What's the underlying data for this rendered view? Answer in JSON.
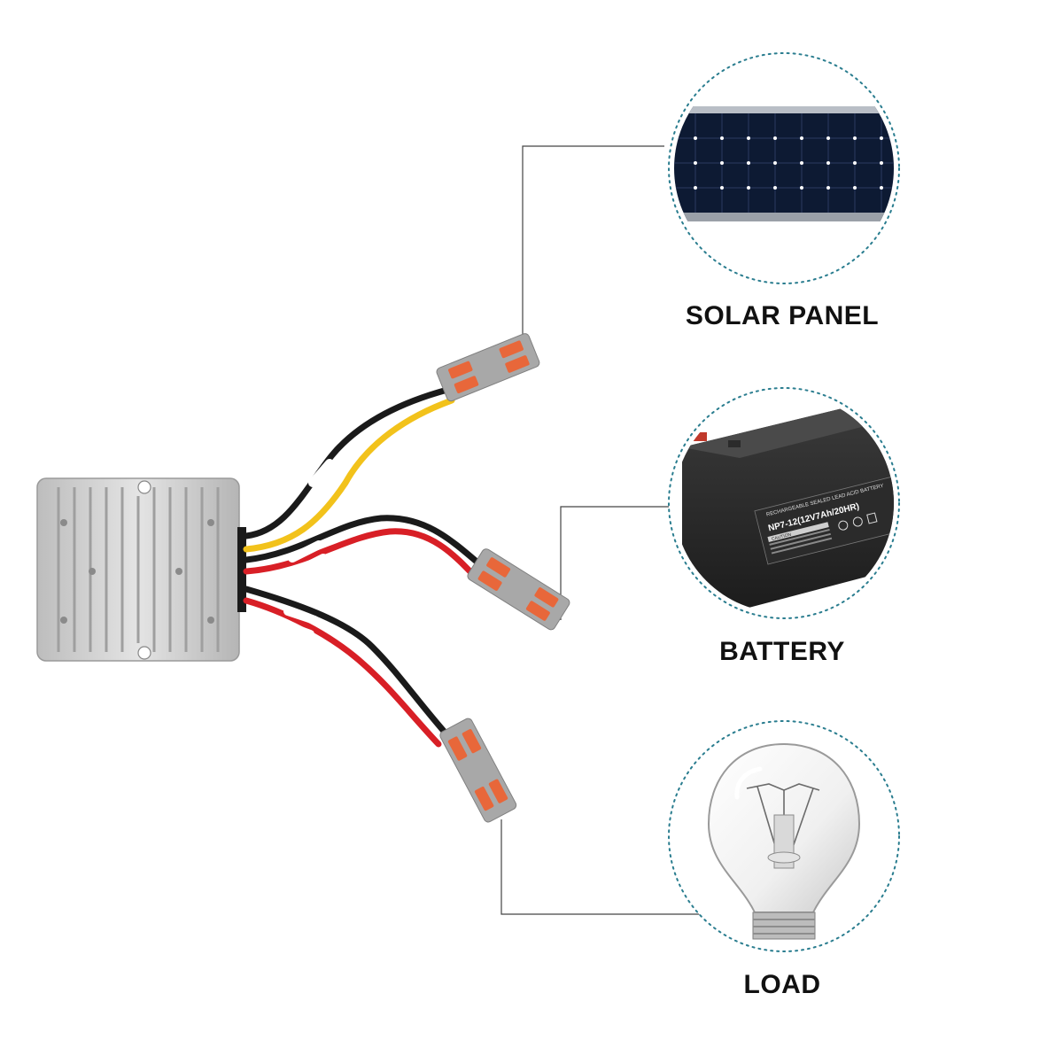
{
  "components": [
    {
      "id": "solar",
      "label": "SOLAR PANEL",
      "icon": "solar-panel-icon"
    },
    {
      "id": "battery",
      "label": "BATTERY",
      "icon": "battery-icon",
      "battery_text": {
        "top_line": "RECHARGEABLE SEALED LEAD ACID BATTERY",
        "model": "NP7-12(12V7Ah/20HR)",
        "caution": "CAUTION"
      }
    },
    {
      "id": "load",
      "label": "LOAD",
      "icon": "light-bulb-icon"
    }
  ],
  "controller": {
    "icon": "charge-controller-icon"
  },
  "colors": {
    "circle_border": "#2a7d8f",
    "leader_line": "#444444",
    "connector_orange": "#e8673a",
    "connector_gray": "#a8a8a8",
    "wire_red": "#d81f26",
    "wire_black": "#1a1a1a",
    "wire_yellow": "#f2c21b"
  }
}
